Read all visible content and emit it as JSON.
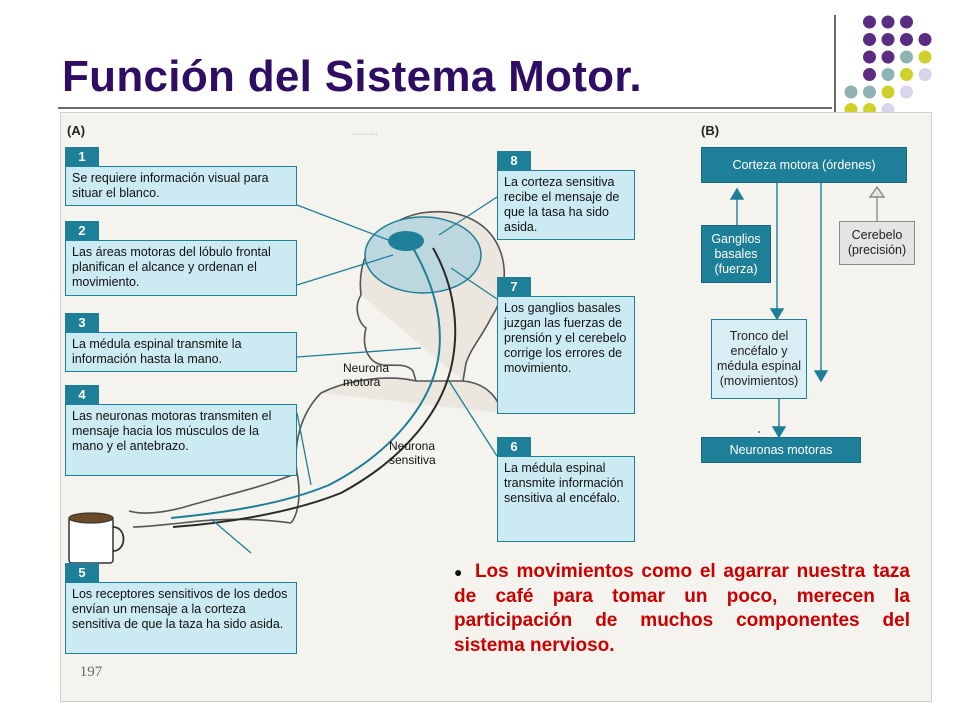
{
  "slide": {
    "title": "Función del Sistema Motor."
  },
  "colors": {
    "title": "#2e0d63",
    "step_dark": "#1d7f98",
    "step_light": "#cbeaf2",
    "caption": "#cc0000",
    "dot_purple": "#5b2d82",
    "dot_teal": "#8fb3b3",
    "dot_yellow": "#cfd12a",
    "dot_lavender": "#d9d4ea"
  },
  "figure": {
    "panel_a": "(A)",
    "panel_b": "(B)",
    "steps": [
      {
        "num": "1",
        "text": "Se requiere información visual para situar el blanco."
      },
      {
        "num": "2",
        "text": "Las áreas motoras del lóbulo frontal planifican el alcance y ordenan el movimiento."
      },
      {
        "num": "3",
        "text": "La médula espinal transmite la información hasta la mano."
      },
      {
        "num": "4",
        "text": "Las neuronas motoras transmiten el mensaje hacia los músculos de la mano y el antebrazo."
      },
      {
        "num": "5",
        "text": "Los receptores sensitivos de los dedos envían un mensaje a la corteza sensitiva de que la taza ha sido asida."
      },
      {
        "num": "6",
        "text": "La médula espinal transmite información sensitiva al encéfalo."
      },
      {
        "num": "7",
        "text": "Los ganglios basales juzgan las fuerzas de prensión y el cerebelo corrige los errores de movimiento."
      },
      {
        "num": "8",
        "text": "La corteza sensitiva recibe el mensaje de que la tasa ha sido asida."
      }
    ],
    "labels": {
      "motor_neuron": "Neurona motora",
      "sensory_neuron": "Neurona sensitiva",
      "page_number": "197"
    },
    "flow": {
      "cortex": "Corteza motora (órdenes)",
      "basal_ganglia": "Ganglios basales (fuerza)",
      "cerebellum": "Cerebelo (precisión)",
      "brainstem": "Tronco del encéfalo y médula espinal (movimientos)",
      "motor_neurons": "Neuronas motoras"
    }
  },
  "caption": {
    "bullet": "●",
    "text": "Los movimientos como el agarrar nuestra taza de café para tomar un poco, merecen la participación de muchos componentes del sistema nervioso."
  }
}
